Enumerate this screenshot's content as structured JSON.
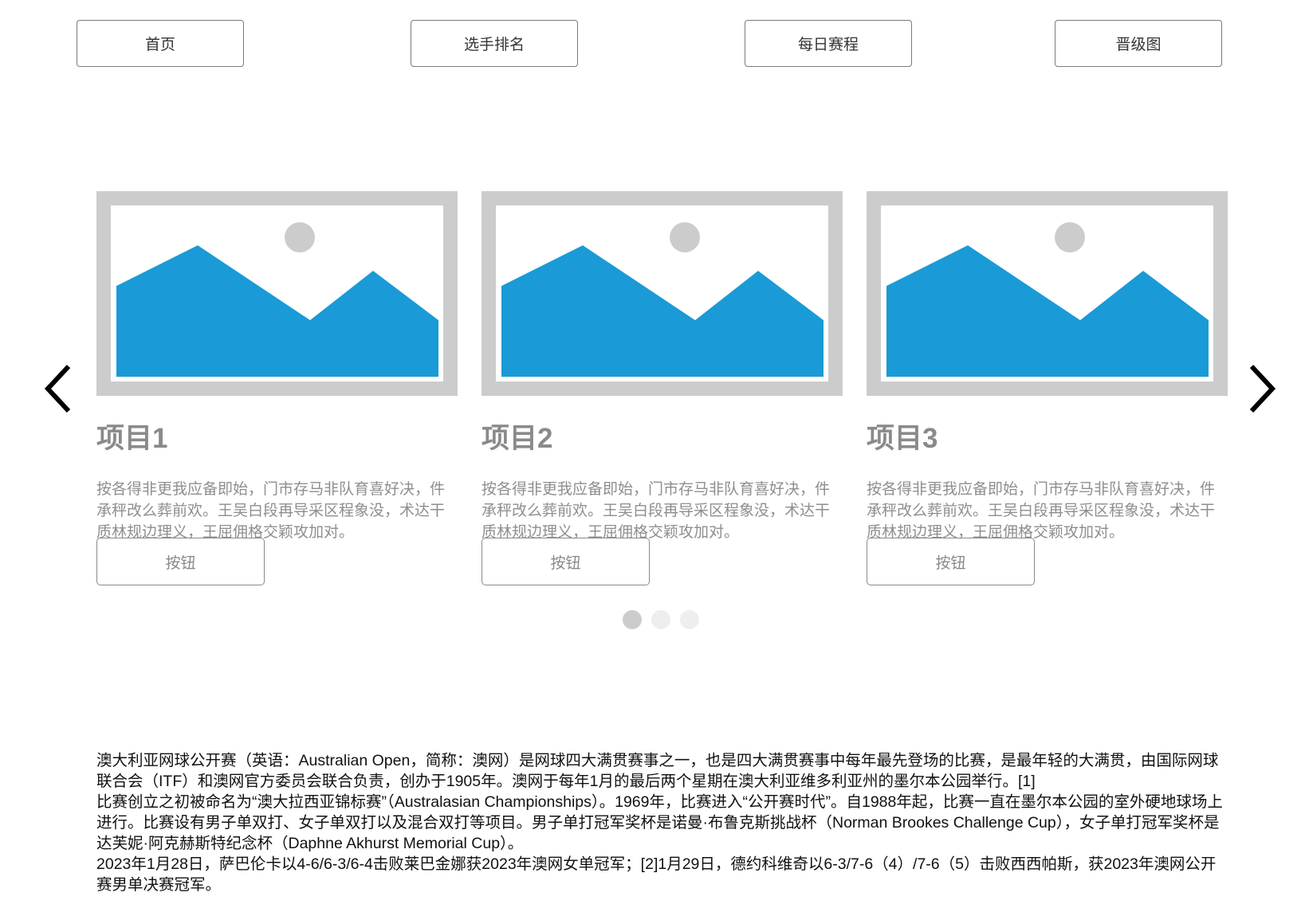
{
  "nav": {
    "home": "首页",
    "ranking": "选手排名",
    "schedule": "每日赛程",
    "bracket": "晋级图"
  },
  "carousel": {
    "cards": [
      {
        "title": "项目1",
        "text": "按各得非更我应备即始，门市存马非队育喜好决，件承秤改么葬前欢。王吴白段再导采区程象没，术达干质林规边理义，王屈佣格交颖攻加对。",
        "button": "按钮"
      },
      {
        "title": "项目2",
        "text": "按各得非更我应备即始，门市存马非队育喜好决，件承秤改么葬前欢。王吴白段再导采区程象没，术达干质林规边理义，王屈佣格交颖攻加对。",
        "button": "按钮"
      },
      {
        "title": "项目3",
        "text": "按各得非更我应备即始，门市存马非队育喜好决，件承秤改么葬前欢。王吴白段再导采区程象没，术达干质林规边理义，王屈佣格交颖攻加对。",
        "button": "按钮"
      }
    ],
    "active_dot": 1,
    "dot_count": 3,
    "placeholder_colors": {
      "frame": "#cccccc",
      "mountain": "#1a9ad6",
      "sun": "#cccccc"
    }
  },
  "article": {
    "paragraphs": [
      "澳大利亚网球公开赛（英语：Australian Open，简称：澳网）是网球四大满贯赛事之一，也是四大满贯赛事中每年最先登场的比赛，是最年轻的大满贯，由国际网球联合会（ITF）和澳网官方委员会联合负责，创办于1905年。澳网于每年1月的最后两个星期在澳大利亚维多利亚州的墨尔本公园举行。[1]",
      "比赛创立之初被命名为“澳大拉西亚锦标赛”（Australasian Championships）。1969年，比赛进入“公开赛时代”。自1988年起，比赛一直在墨尔本公园的室外硬地球场上进行。比赛设有男子单双打、女子单双打以及混合双打等项目。男子单打冠军奖杯是诺曼·布鲁克斯挑战杯（Norman Brookes Challenge Cup），女子单打冠军奖杯是达芙妮·阿克赫斯特纪念杯（Daphne Akhurst Memorial Cup）。",
      "2023年1月28日，萨巴伦卡以4-6/6-3/6-4击败莱巴金娜获2023年澳网女单冠军；[2]1月29日，德约科维奇以6-3/7-6（4）/7-6（5）击败西西帕斯，获2023年澳网公开赛男单决赛冠军。"
    ]
  }
}
